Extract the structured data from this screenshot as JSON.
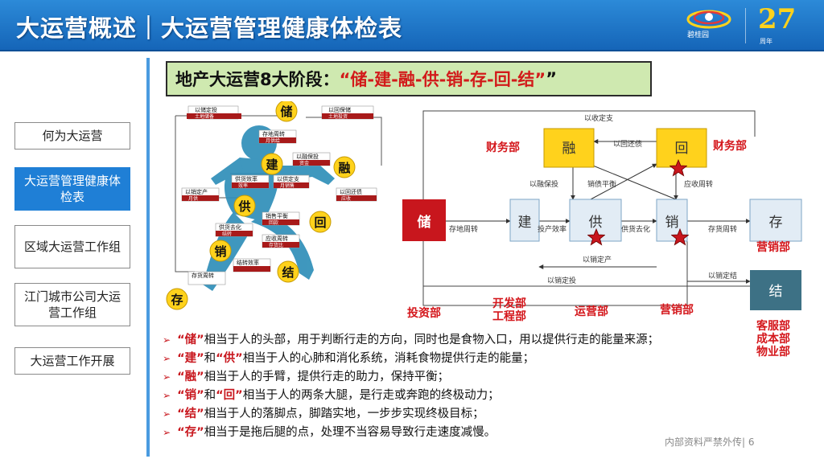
{
  "header": {
    "title": "大运营概述｜大运营管理健康体检表"
  },
  "logos": {
    "left_caption": "碧桂园",
    "right_number": "27",
    "right_caption": "周年"
  },
  "nav": {
    "items": [
      {
        "label": "何为大运营"
      },
      {
        "label": "大运营管理健康体检表"
      },
      {
        "label": "区域大运营工作组"
      },
      {
        "label": "江门城市公司大运营工作组"
      },
      {
        "label": "大运营工作开展"
      }
    ]
  },
  "banner": {
    "prefix": "地产大运营8大阶段：",
    "quoted": "“储-建-融-供-销-存-回-结”",
    "suffix": "”"
  },
  "figure": {
    "nodes": [
      "储",
      "建",
      "融",
      "供",
      "回",
      "销",
      "结",
      "存"
    ],
    "labels": [
      "以储定投",
      "以回保储",
      "存地周转",
      "以融保投",
      "以销定产",
      "供货效率",
      "以供定支",
      "以回还债",
      "销售平衡",
      "供货去化",
      "应收周转",
      "结转效率",
      "存货周转"
    ],
    "tags": [
      "土地储备",
      "土地投资",
      "月供给",
      "资金",
      "月供",
      "效率",
      "月销售",
      "应收",
      "回款",
      "结转",
      "存货比"
    ]
  },
  "flow": {
    "boxes": {
      "chu": "储",
      "jian": "建",
      "gong": "供",
      "xiao": "销",
      "cun": "存",
      "rong": "融",
      "hui": "回",
      "jie": "结"
    },
    "edges": {
      "shou_ding_zhi": "以收定支",
      "hui_huan_zhai": "以回还债",
      "rong_bao_tou": "以融保投",
      "xiao_zhai_ping_heng": "销债平衡",
      "ying_shou_zhou_zhuan": "应收周转",
      "cun_di_zhou_zhuan": "存地周转",
      "tou_chan_xiao_lv": "投产效率",
      "gong_huo_qu_hua": "供货去化",
      "cun_huo_zhou_zhuan": "存货周转",
      "xiao_ding_chan": "以销定产",
      "xiao_ding_tou": "以销定投",
      "xiao_ding_jie": "以销定结"
    },
    "depts": {
      "finance_left": "财务部",
      "finance_right": "财务部",
      "sales_right": "营销部",
      "invest": "投资部",
      "dev": "开发部\n工程部",
      "ops": "运营部",
      "sales_bottom": "营销部",
      "service": "客服部\n成本部\n物业部"
    }
  },
  "bullets": [
    {
      "kw": "“储”",
      "text": "相当于人的头部，用于判断行走的方向，同时也是食物入口，用以提供行走的能量来源；"
    },
    {
      "kw": "“建”",
      "mid": "和",
      "kw2": "“供”",
      "text": "相当于人的心肺和消化系统，消耗食物提供行走的能量；"
    },
    {
      "kw": "“融”",
      "text": "相当于人的手臂，提供行走的助力，保持平衡；"
    },
    {
      "kw": "“销”",
      "mid": "和",
      "kw2": "“回”",
      "text": "相当于人的两条大腿，是行走或奔跑的终极动力；"
    },
    {
      "kw": "“结”",
      "text": "相当于人的落脚点，脚踏实地，一步步实现终极目标；"
    },
    {
      "kw": "“存”",
      "text": "相当于是拖后腿的点，处理不当容易导致行走速度减慢。"
    }
  ],
  "footer": {
    "text": "内部资料严禁外传| 6"
  },
  "colors": {
    "header": "#1f7fd6",
    "accent_red": "#c8161d",
    "box_yellow": "#ffd21c",
    "box_blue": "#e2ecf5",
    "box_red": "#c8161d",
    "box_teal": "#3d7185"
  }
}
